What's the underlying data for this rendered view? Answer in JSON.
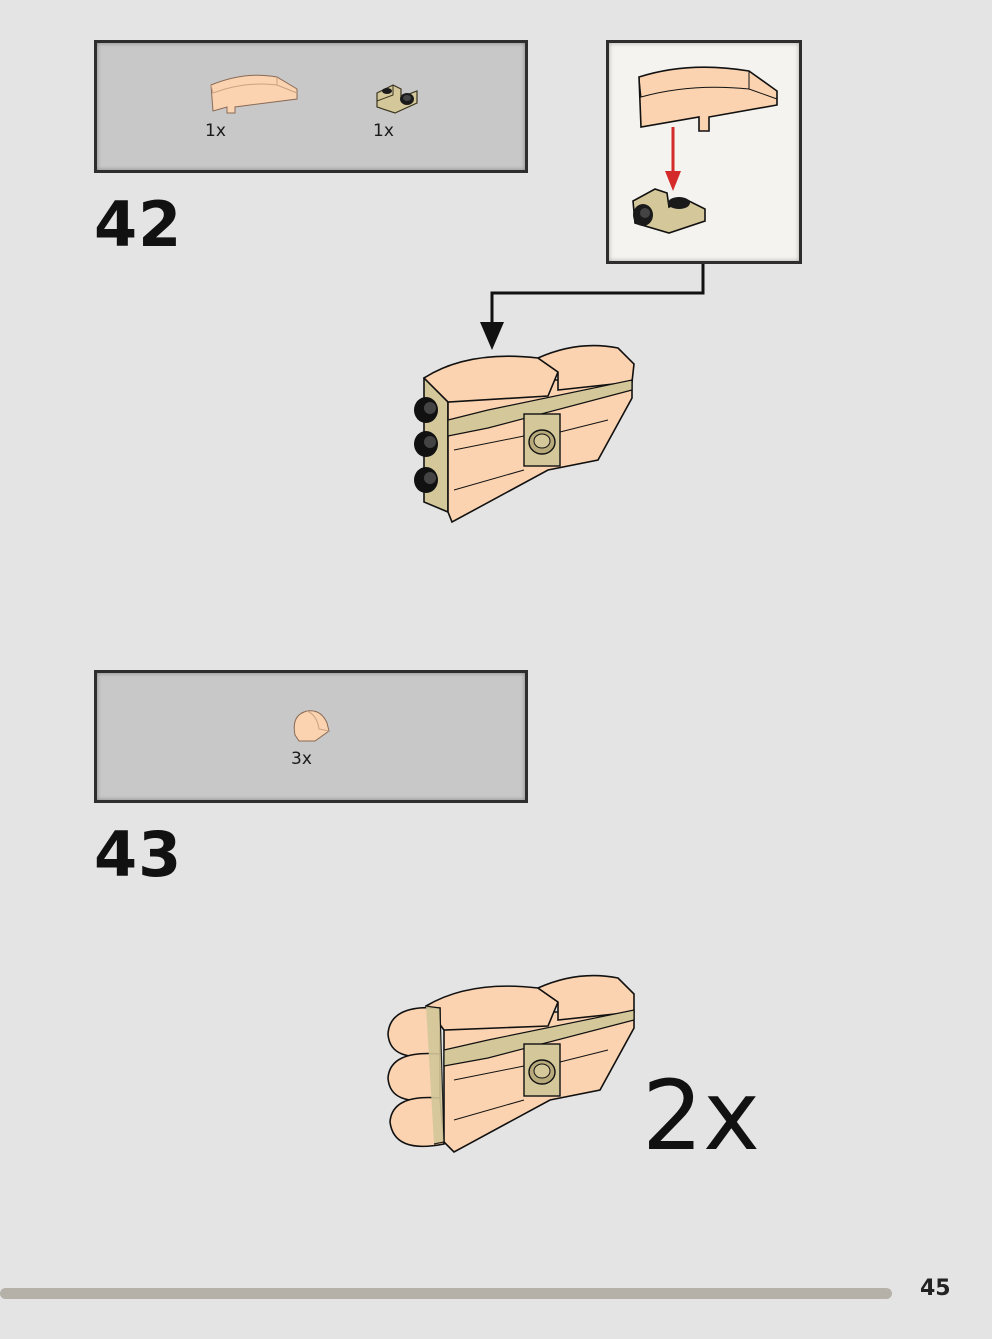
{
  "steps": [
    {
      "number": "42",
      "parts": [
        {
          "name": "curved-slope-brick",
          "color": "light-nougat",
          "qty": "1x"
        },
        {
          "name": "bracket-plate",
          "color": "tan",
          "qty": "1x"
        }
      ]
    },
    {
      "number": "43",
      "parts": [
        {
          "name": "round-tile-half",
          "color": "light-nougat",
          "qty": "3x"
        }
      ],
      "multiplier": "2x"
    }
  ],
  "page": {
    "number": "45"
  },
  "colors": {
    "light_nougat": "#fbd3b0",
    "tan": "#d4c79a",
    "black": "#111111",
    "arrow_red": "#d42a2a",
    "box_bg": "#c8c8c8",
    "page_bg": "#e4e4e4"
  },
  "icons": [
    "arrow-down-icon",
    "arrow-down-red-icon"
  ]
}
